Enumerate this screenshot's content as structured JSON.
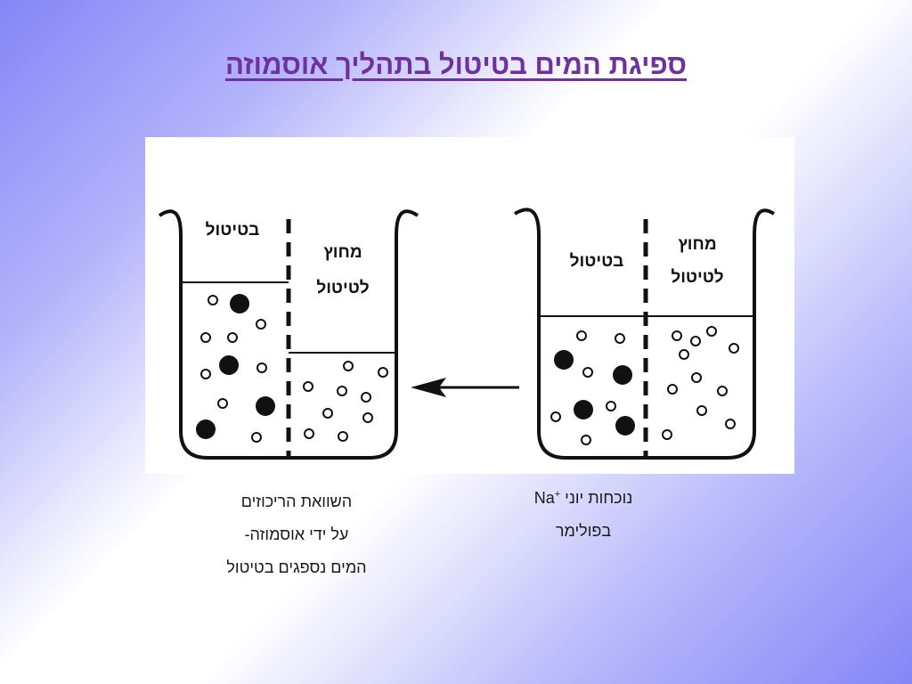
{
  "title": "ספיגת המים בטיטול בתהליך אוסמוזה",
  "diagram": {
    "left_beaker": {
      "inside_label": "בטיטול",
      "outside_label_line1": "מחוץ",
      "outside_label_line2": "לטיטול"
    },
    "right_beaker": {
      "inside_label": "בטיטול",
      "outside_label_line1": "מחוץ",
      "outside_label_line2": "לטיטול"
    }
  },
  "captions": {
    "left": {
      "line1": "השוואת הריכוזים",
      "line2": "על ידי אוסמוזה-",
      "line3": "המים נספגים בטיטול"
    },
    "right": {
      "line1_text": "נוכחות יוני",
      "ion": "Na",
      "ion_charge": "+",
      "line2": "בפולימר"
    }
  }
}
